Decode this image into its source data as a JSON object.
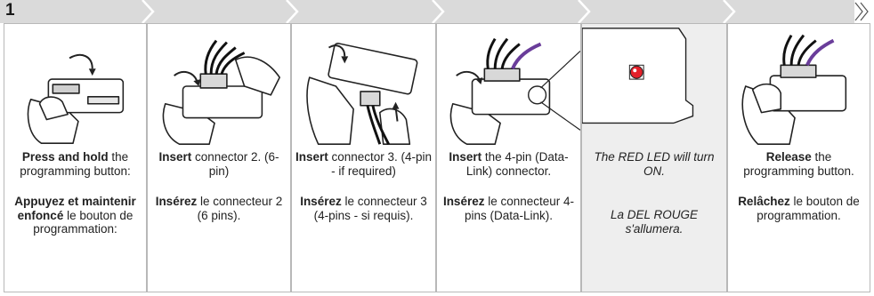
{
  "step_number": "1",
  "panels": [
    {
      "en_bold": "Press and hold",
      "en_text": "the programming button:",
      "fr_bold": "Appuyez et maintenir enfoncé",
      "fr_text": "le bouton de programmation:"
    },
    {
      "en_bold": "Insert",
      "en_text": "connector 2. (6-pin)",
      "fr_bold": "Insérez",
      "fr_text": "le connecteur 2 (6 pins)."
    },
    {
      "en_bold": "Insert",
      "en_text": "connector 3. (4-pin - if required)",
      "fr_bold": "Insérez",
      "fr_text": "le connecteur 3 (4-pins - si requis)."
    },
    {
      "en_bold": "Insert",
      "en_text": "the 4-pin (Data-Link) connector.",
      "fr_bold": "Insérez",
      "fr_text": "le connecteur 4-pins (Data-Link)."
    },
    {
      "en_text": "The RED LED will turn ON.",
      "fr_text": "La DEL ROUGE s'allumera."
    },
    {
      "en_bold": "Release",
      "en_text": "the programming button.",
      "fr_bold": "Relâchez",
      "fr_text": "le bouton de programmation."
    }
  ],
  "colors": {
    "ribbon": "#dadada",
    "chevron": "#ffffff",
    "panel_border": "#b8b8b8",
    "led_panel_bg": "#eeeeee",
    "led_red": "#e3202a",
    "wire_purple": "#6a3d9a"
  }
}
